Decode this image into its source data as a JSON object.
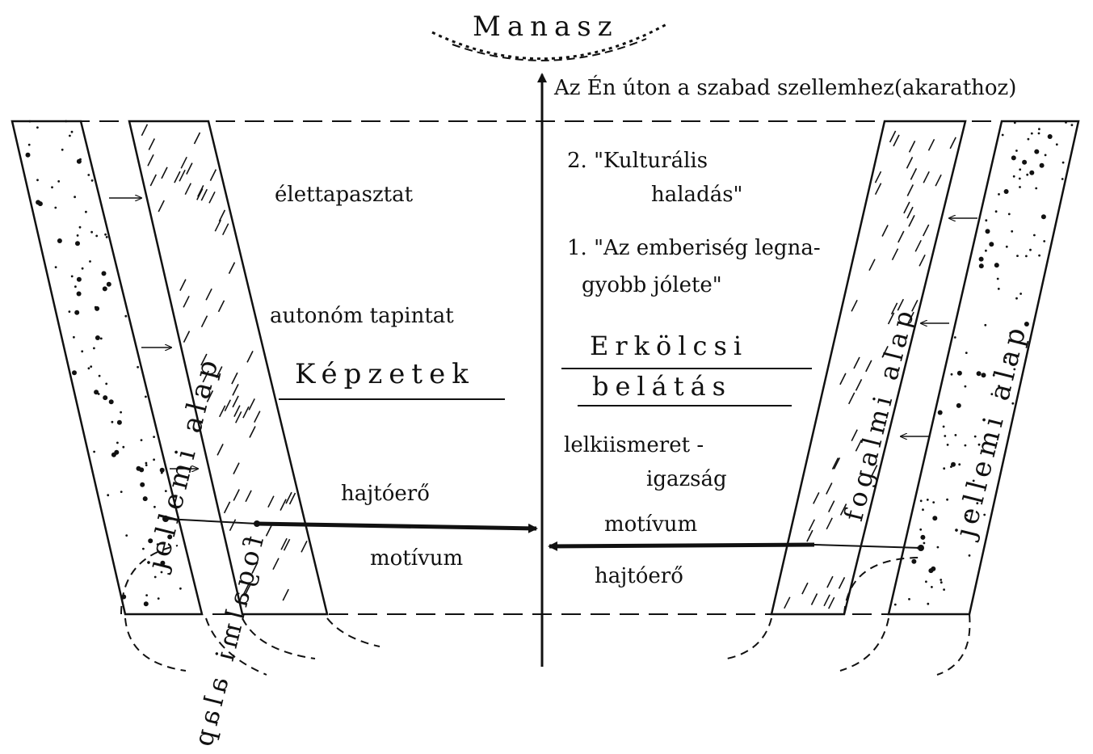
{
  "diagram": {
    "top_label": "Manasz",
    "arrow_label": "Az Én úton a szabad szellemhez(akarathoz)",
    "left": {
      "outer_band": "jellemi alap",
      "inner_band": "fogalmi alap",
      "items": [
        "élettapasztat",
        "autonóm tapintat",
        "Képzetek",
        "hajtóerő",
        "motívum"
      ]
    },
    "right": {
      "outer_band": "jellemi alap",
      "inner_band": "fogalmi alap",
      "item_2_line1": "2. \"Kulturális",
      "item_2_line2": "haladás\"",
      "item_1_line1": "1. \"Az emberiség legna-",
      "item_1_line2": "gyobb jólete\"",
      "moral_line1": "Erkölcsi",
      "moral_line2": "belátás",
      "conscience_line1": "lelkiismeret -",
      "conscience_line2": "igazság",
      "motive": "motívum",
      "drive": "hajtóerő"
    }
  }
}
